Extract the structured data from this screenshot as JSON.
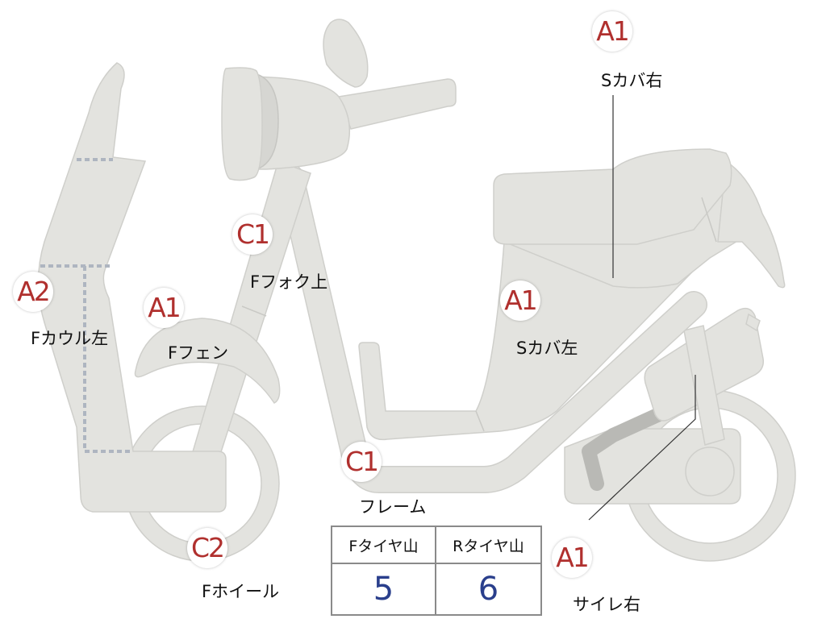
{
  "labels": {
    "s_cover_right": "Sカバ右",
    "f_fork_upper": "Fフォク上",
    "f_cowl_left": "Fカウル左",
    "f_fender": "Fフェン",
    "s_cover_left": "Sカバ左",
    "frame": "フレーム",
    "f_wheel": "Fホイール",
    "side_right": "サイレ右"
  },
  "badges": {
    "s_cover_right": "A1",
    "f_fork_upper": "C1",
    "f_cowl_left": "A2",
    "f_fender": "A1",
    "s_cover_left": "A1",
    "frame": "C1",
    "f_wheel": "C2",
    "side_right": "A1"
  },
  "tire_table": {
    "front_header": "Fタイヤ山",
    "rear_header": "Rタイヤ山",
    "front_value": "5",
    "rear_value": "6"
  },
  "colors": {
    "badge_text": "#b0302e",
    "value_text": "#2a3f8c",
    "body_fill": "#e3e3df"
  }
}
